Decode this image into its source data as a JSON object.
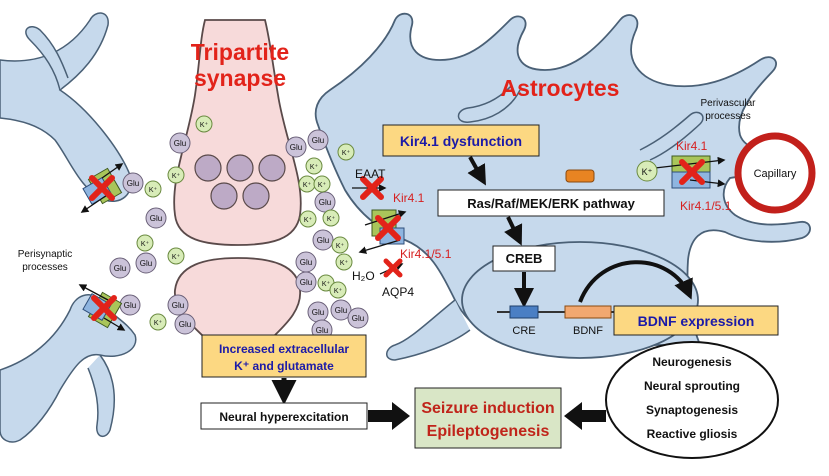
{
  "titles": {
    "tripartite_line1": "Tripartite",
    "tripartite_line2": "synapse",
    "astrocytes": "Astrocytes"
  },
  "labels": {
    "perisynaptic_line1": "Perisynaptic",
    "perisynaptic_line2": "processes",
    "perivascular_line1": "Perivascular",
    "perivascular_line2": "processes",
    "capillary": "Capillary",
    "eaat": "EAAT",
    "kir41_left": "Kir4.1",
    "kir4151_left": "Kir4.1/5.1",
    "h2o": "H₂O",
    "aqp4": "AQP4",
    "kir41_right": "Kir4.1",
    "kir4151_right": "Kir4.1/5.1",
    "cre": "CRE",
    "bdnf_gene": "BDNF",
    "glu": "Glu",
    "kplus": "K⁺"
  },
  "boxes": {
    "kir_dysfunction": "Kir4.1 dysfunction",
    "pathway": "Ras/Raf/MEK/ERK pathway",
    "creb": "CREB",
    "bdnf_expression": "BDNF expression",
    "increased_line1": "Increased extracellular",
    "increased_line2": "K⁺ and glutamate",
    "hyperexcitation": "Neural hyperexcitation",
    "seizure_line1": "Seizure induction",
    "seizure_line2": "Epileptogenesis"
  },
  "outcomes": [
    "Neurogenesis",
    "Neural sprouting",
    "Synaptogenesis",
    "Reactive gliosis"
  ],
  "colors": {
    "astro": "#c6d9ec",
    "astro_stroke": "#4a6076",
    "neuron": "#f7dada",
    "neuron_stroke": "#5a4a4a",
    "glu": "#cbc3d9",
    "kplus": "#d8ecb8",
    "red": "#e2231a",
    "orange_box": "#fcd882",
    "green_box": "#d9e6c6",
    "blue_text": "#1b1aa8",
    "seizure_text": "#c0241a"
  }
}
